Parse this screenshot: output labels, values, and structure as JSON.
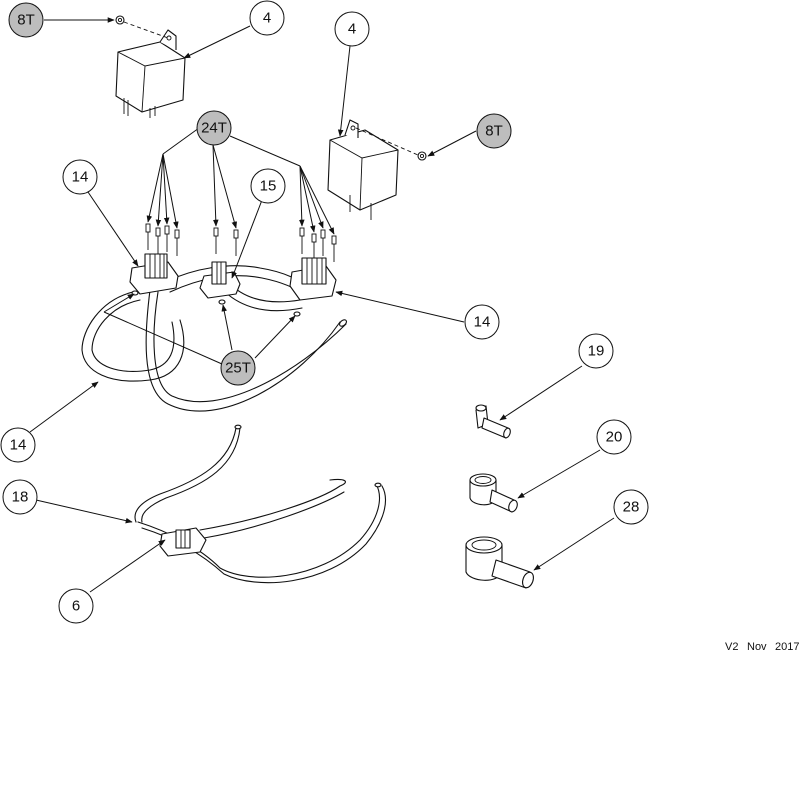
{
  "callouts": {
    "c8t_left": "8T",
    "c4_top": "4",
    "c4_right": "4",
    "c8t_right": "8T",
    "c24t": "24T",
    "c14_upper_left": "14",
    "c15": "15",
    "c14_right": "14",
    "c25t": "25T",
    "c14_lower_left": "14",
    "c19": "19",
    "c20": "20",
    "c28": "28",
    "c18": "18",
    "c6": "6"
  },
  "version": {
    "tag": "V2",
    "month": "Nov",
    "year": "2017"
  },
  "colors": {
    "tagged_fill": "#bdbdbd",
    "plain_fill": "#ffffff",
    "line": "#111111"
  }
}
